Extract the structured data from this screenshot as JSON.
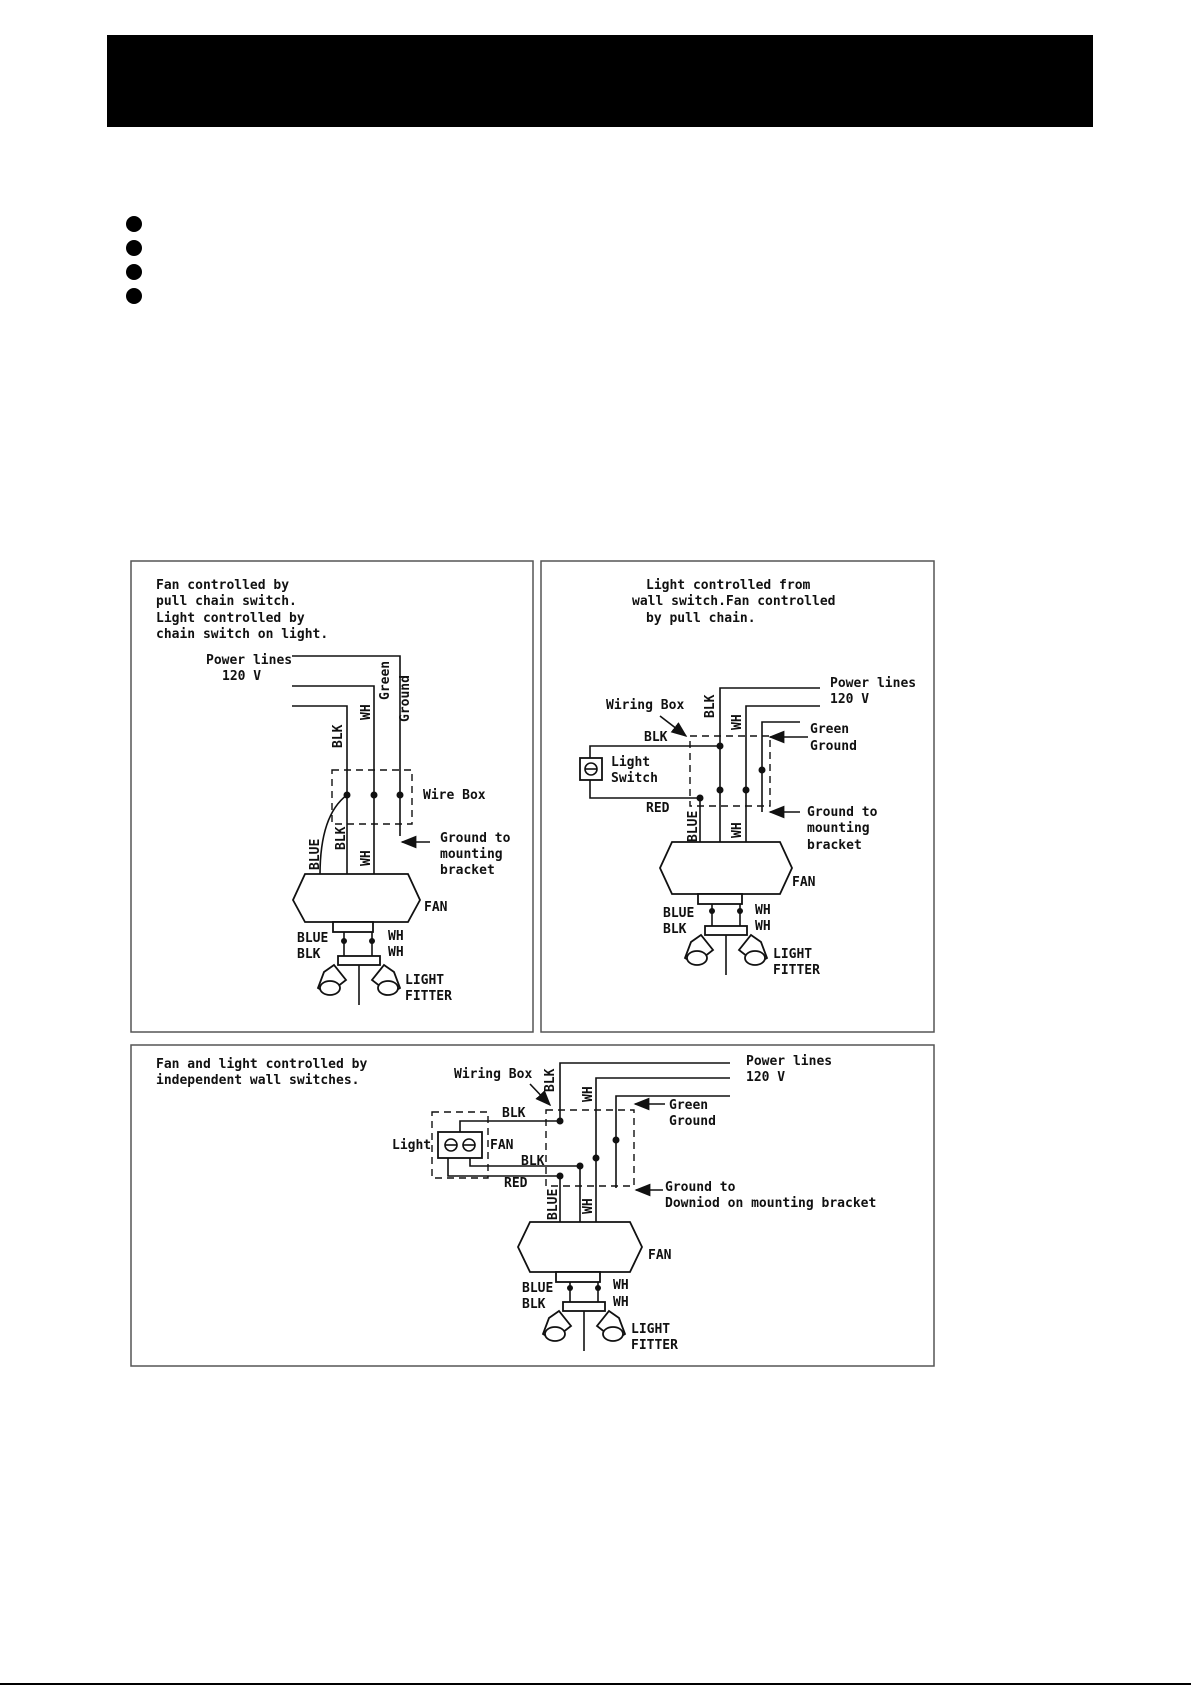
{
  "panel1": {
    "caption": [
      "Fan controlled by",
      "pull chain switch.",
      "Light controlled by",
      "chain switch on light."
    ],
    "power_lines": "Power lines",
    "voltage": "120 V",
    "wire_green": "Green",
    "wire_ground": "Ground",
    "wire_blk": "BLK",
    "wire_wh": "WH",
    "wire_box": "Wire Box",
    "wire_blue": "BLUE",
    "ground_to": [
      "Ground to",
      "mounting",
      "bracket"
    ],
    "fan": "FAN",
    "light_blue": "BLUE",
    "light_blk": "BLK",
    "light_wh_1": "WH",
    "light_wh_2": "WH",
    "light_fitter": [
      "LIGHT",
      "FITTER"
    ]
  },
  "panel2": {
    "caption": [
      "Light controlled from",
      "wall switch.Fan controlled",
      "by pull chain."
    ],
    "power_lines": "Power lines",
    "voltage": "120 V",
    "wiring_box": "Wiring Box",
    "wire_blk_v": "BLK",
    "wire_wh_v": "WH",
    "wire_blk_h": "BLK",
    "green_ground": [
      "Green",
      "Ground"
    ],
    "light_switch": [
      "Light",
      "Switch"
    ],
    "red": "RED",
    "ground_to": [
      "Ground to",
      "mounting",
      "bracket"
    ],
    "wire_blue": "BLUE",
    "wire_wh_low": "WH",
    "fan": "FAN",
    "light_blue": "BLUE",
    "light_blk": "BLK",
    "light_wh_1": "WH",
    "light_wh_2": "WH",
    "light_fitter": [
      "LIGHT",
      "FITTER"
    ]
  },
  "panel3": {
    "caption": [
      "Fan and light controlled by",
      "independent wall switches."
    ],
    "wiring_box": "Wiring Box",
    "wire_blk_v": "BLK",
    "wire_wh_v": "WH",
    "power_lines": "Power lines",
    "voltage": "120 V",
    "green_ground": [
      "Green",
      "Ground"
    ],
    "wire_blk_1": "BLK",
    "light": "Light",
    "fan_switch": "FAN",
    "wire_blk_2": "BLK",
    "red": "RED",
    "ground_to": [
      "Ground to",
      "Downiod on mounting bracket"
    ],
    "wire_blue": "BLUE",
    "wire_wh_low": "WH",
    "fan": "FAN",
    "light_blue": "BLUE",
    "light_blk": "BLK",
    "light_wh_1": "WH",
    "light_wh_2": "WH",
    "light_fitter": [
      "LIGHT",
      "FITTER"
    ]
  }
}
